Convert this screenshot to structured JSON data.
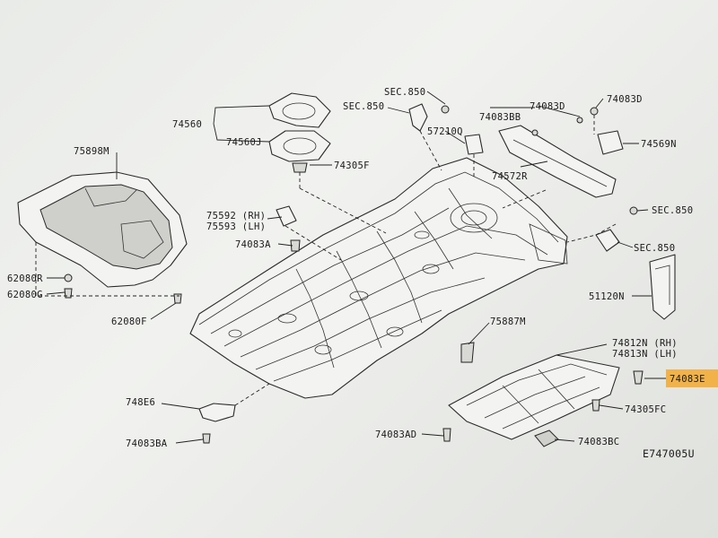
{
  "diagram_id": "E747005U",
  "labels": {
    "p74560": "74560",
    "p74560j": "74560J",
    "p74305f": "74305F",
    "sec850_a": "SEC.850",
    "sec850_b": "SEC.850",
    "p57210q": "57210Q",
    "p74083bb": "74083BB",
    "p74083d_a": "74083D",
    "p74083d_b": "74083D",
    "p74569n": "74569N",
    "p74572r": "74572R",
    "sec850_c": "SEC.850",
    "sec850_d": "SEC.850",
    "p75898m": "75898M",
    "p75592": "75592 (RH)",
    "p75593": "75593 (LH)",
    "p74083a": "74083A",
    "p62080r": "62080R",
    "p62080g": "62080G",
    "p62080f": "62080F",
    "p51120n": "51120N",
    "p75887m": "75887M",
    "p74812n": "74812N (RH)",
    "p74813n": "74813N (LH)",
    "p74083e": "74083E",
    "p74305fc": "74305FC",
    "p748e6": "748E6",
    "p74083ba": "74083BA",
    "p74083ad": "74083AD",
    "p74083bc": "74083BC"
  },
  "colors": {
    "highlight": "#f2b24a",
    "line": "#222222",
    "paper": "#eef0ed"
  }
}
